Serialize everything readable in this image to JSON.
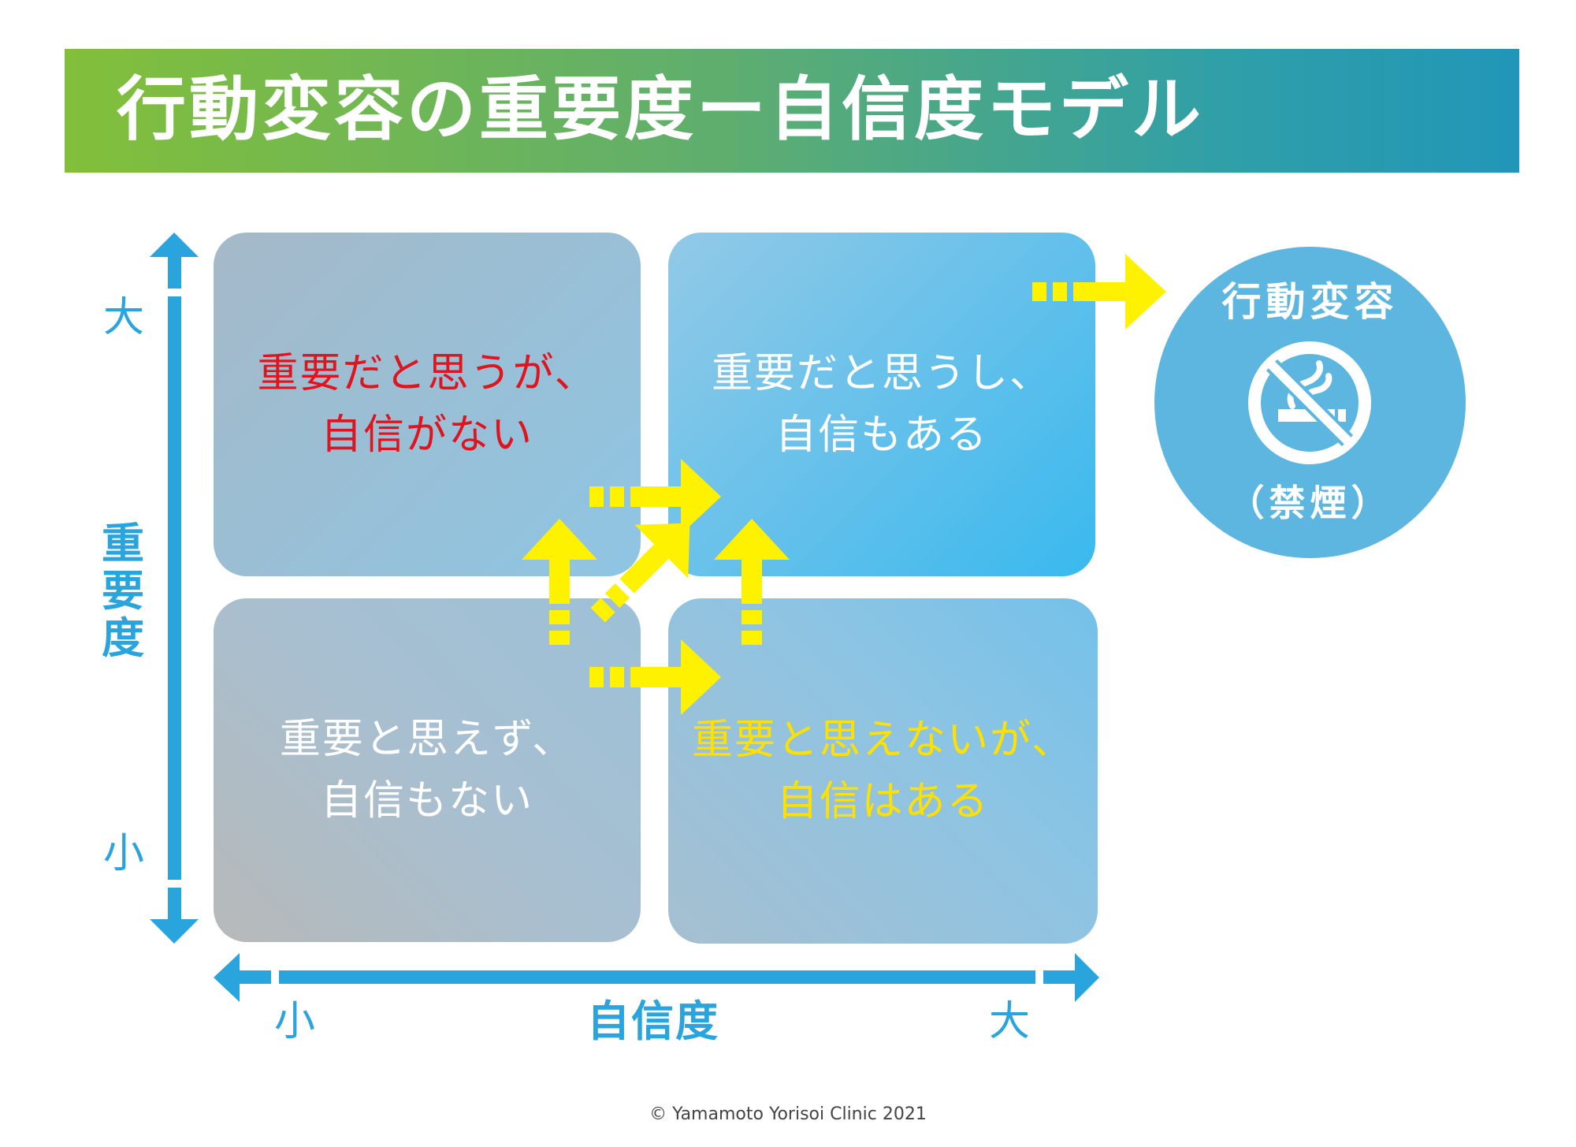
{
  "title": "行動変容の重要度ー自信度モデル",
  "quadrants": {
    "top_left": {
      "line1": "重要だと思うが、",
      "line2": "自信がない"
    },
    "top_right": {
      "line1": "重要だと思うし、",
      "line2": "自信もある"
    },
    "bottom_left": {
      "line1": "重要と思えず、",
      "line2": "自信もない"
    },
    "bottom_right": {
      "line1": "重要と思えないが、",
      "line2": "自信はある"
    }
  },
  "axes": {
    "vertical": {
      "title": "重要度",
      "high": "大",
      "low": "小"
    },
    "horizontal": {
      "title": "自信度",
      "low": "小",
      "high": "大"
    }
  },
  "goal": {
    "title": "行動変容",
    "subtitle": "（禁煙）",
    "icon": "no-smoking-icon"
  },
  "copyright": "© Yamamoto Yorisoi Clinic 2021",
  "colors": {
    "axis": "#2aa4dc",
    "arrow": "#fff200",
    "red_text": "#e0141e",
    "yellow_text": "#ffe100",
    "goal_circle": "#5cb6e0"
  }
}
